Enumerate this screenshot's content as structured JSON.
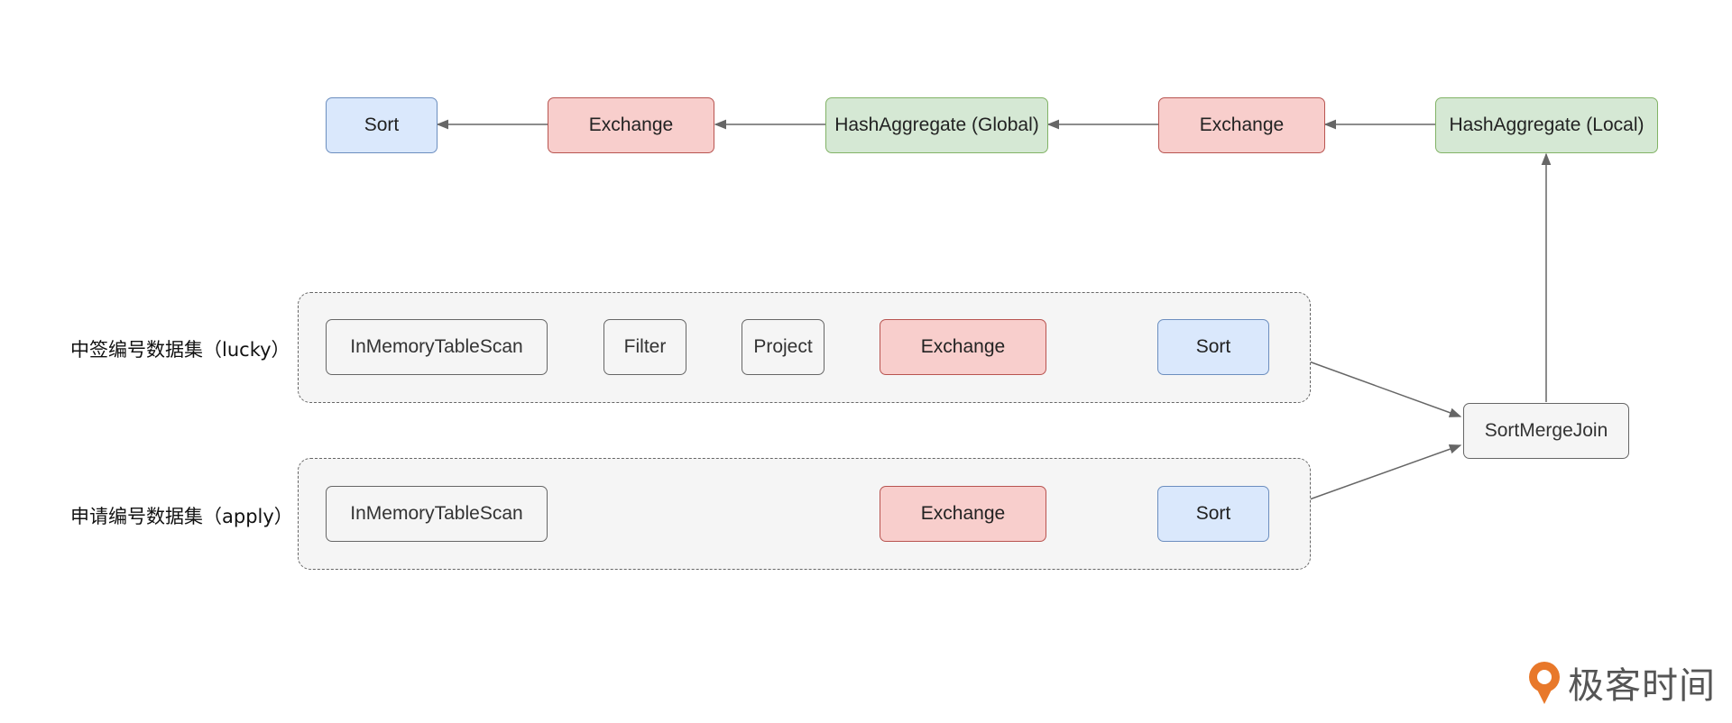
{
  "colors": {
    "gray_fill": "#f5f5f5",
    "gray_stroke": "#666666",
    "red_fill": "#f8cecc",
    "red_stroke": "#b85450",
    "blue_fill": "#dae8fc",
    "blue_stroke": "#6c8ebf",
    "green_fill": "#d5e8d4",
    "green_stroke": "#82b366",
    "edge": "#666666",
    "logo_orange": "#e8782a"
  },
  "top_row": {
    "sort": "Sort",
    "exchange_global": "Exchange",
    "hash_global": "HashAggregate (Global)",
    "exchange_local": "Exchange",
    "hash_local": "HashAggregate (Local)"
  },
  "lucky": {
    "label": "中签编号数据集（lucky）",
    "scan": "InMemoryTableScan",
    "filter": "Filter",
    "project": "Project",
    "exchange": "Exchange",
    "sort": "Sort"
  },
  "apply": {
    "label": "申请编号数据集（apply）",
    "scan": "InMemoryTableScan",
    "exchange": "Exchange",
    "sort": "Sort"
  },
  "join": "SortMergeJoin",
  "logo": {
    "text": "极客时间",
    "icon": "geektime-logo-icon"
  }
}
